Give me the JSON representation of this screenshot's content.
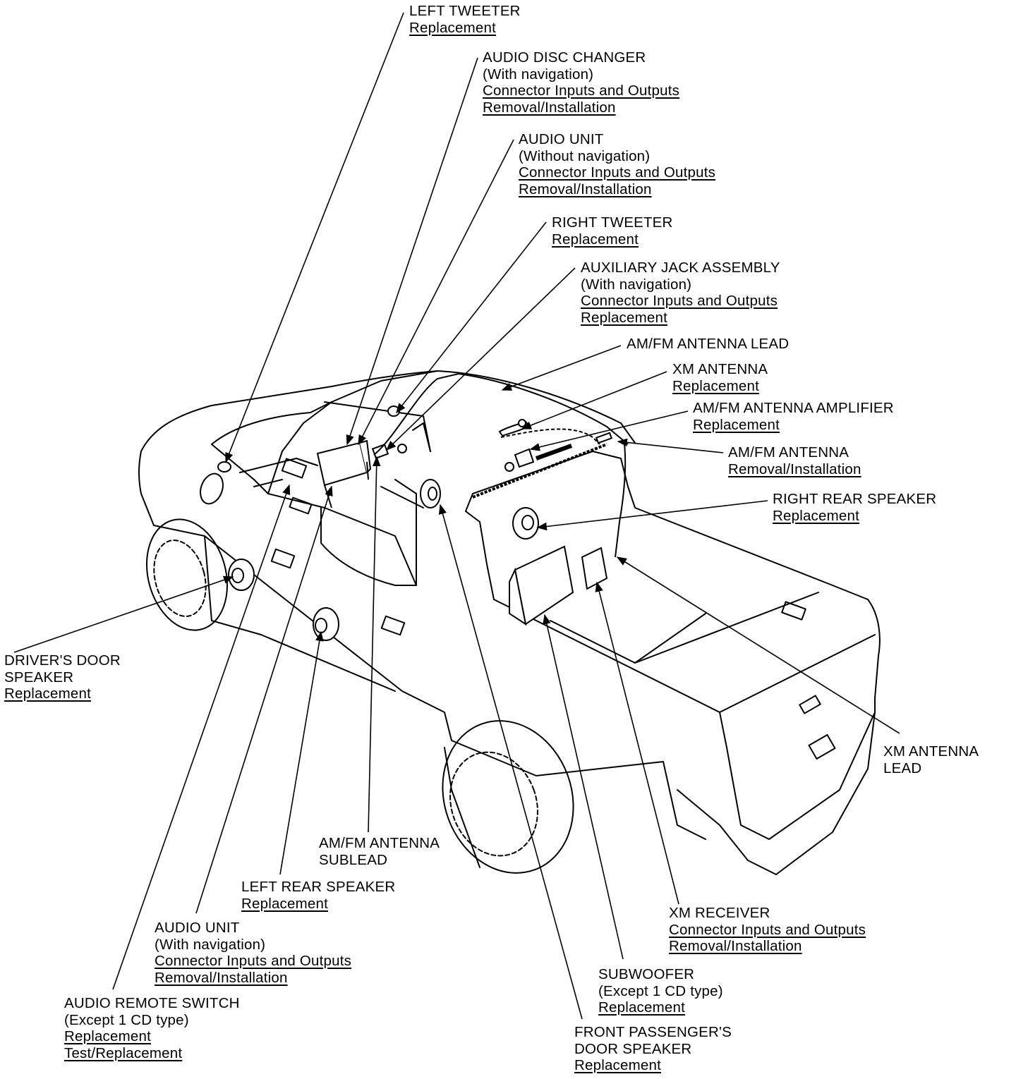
{
  "labels": {
    "left_tweeter": {
      "title": "LEFT TWEETER",
      "links": [
        "Replacement"
      ]
    },
    "audio_disc_changer": {
      "title": "AUDIO DISC CHANGER",
      "note": "(With navigation)",
      "links": [
        "Connector Inputs and Outputs",
        "Removal/Installation"
      ]
    },
    "audio_unit_without_nav": {
      "title": "AUDIO UNIT",
      "note": "(Without navigation)",
      "links": [
        "Connector Inputs and Outputs",
        "Removal/Installation"
      ]
    },
    "right_tweeter": {
      "title": "RIGHT TWEETER",
      "links": [
        "Replacement"
      ]
    },
    "auxiliary_jack": {
      "title": "AUXILIARY JACK ASSEMBLY",
      "note": "(With navigation)",
      "links": [
        "Connector Inputs and Outputs",
        "Replacement"
      ]
    },
    "amfm_antenna_lead": {
      "title": "AM/FM ANTENNA LEAD"
    },
    "xm_antenna": {
      "title": "XM ANTENNA",
      "links": [
        "Replacement"
      ]
    },
    "amfm_antenna_amplifier": {
      "title": "AM/FM ANTENNA AMPLIFIER",
      "links": [
        "Replacement"
      ]
    },
    "amfm_antenna": {
      "title": "AM/FM ANTENNA",
      "links": [
        "Removal/Installation"
      ]
    },
    "right_rear_speaker": {
      "title": "RIGHT REAR SPEAKER",
      "links": [
        "Replacement"
      ]
    },
    "drivers_door_speaker": {
      "title_line1": "DRIVER'S DOOR",
      "title_line2": "SPEAKER",
      "links": [
        "Replacement"
      ]
    },
    "xm_antenna_lead": {
      "title_line1": "XM ANTENNA",
      "title_line2": "LEAD"
    },
    "amfm_antenna_sublead": {
      "title_line1": "AM/FM ANTENNA",
      "title_line2": "SUBLEAD"
    },
    "left_rear_speaker": {
      "title": "LEFT REAR SPEAKER",
      "links": [
        "Replacement"
      ]
    },
    "audio_unit_with_nav": {
      "title": "AUDIO UNIT",
      "note": "(With navigation)",
      "links": [
        "Connector Inputs and Outputs",
        "Removal/Installation"
      ]
    },
    "audio_remote_switch": {
      "title": "AUDIO REMOTE SWITCH",
      "note": "(Except 1 CD type)",
      "links": [
        "Replacement",
        "Test/Replacement"
      ]
    },
    "xm_receiver": {
      "title": "XM RECEIVER",
      "links": [
        "Connector Inputs and Outputs",
        "Removal/Installation"
      ]
    },
    "subwoofer": {
      "title": "SUBWOOFER",
      "note": "(Except 1 CD type)",
      "links": [
        "Replacement"
      ]
    },
    "front_passenger_door_speaker": {
      "title_line1": "FRONT PASSENGER'S",
      "title_line2": "DOOR SPEAKER",
      "links": [
        "Replacement"
      ]
    }
  }
}
